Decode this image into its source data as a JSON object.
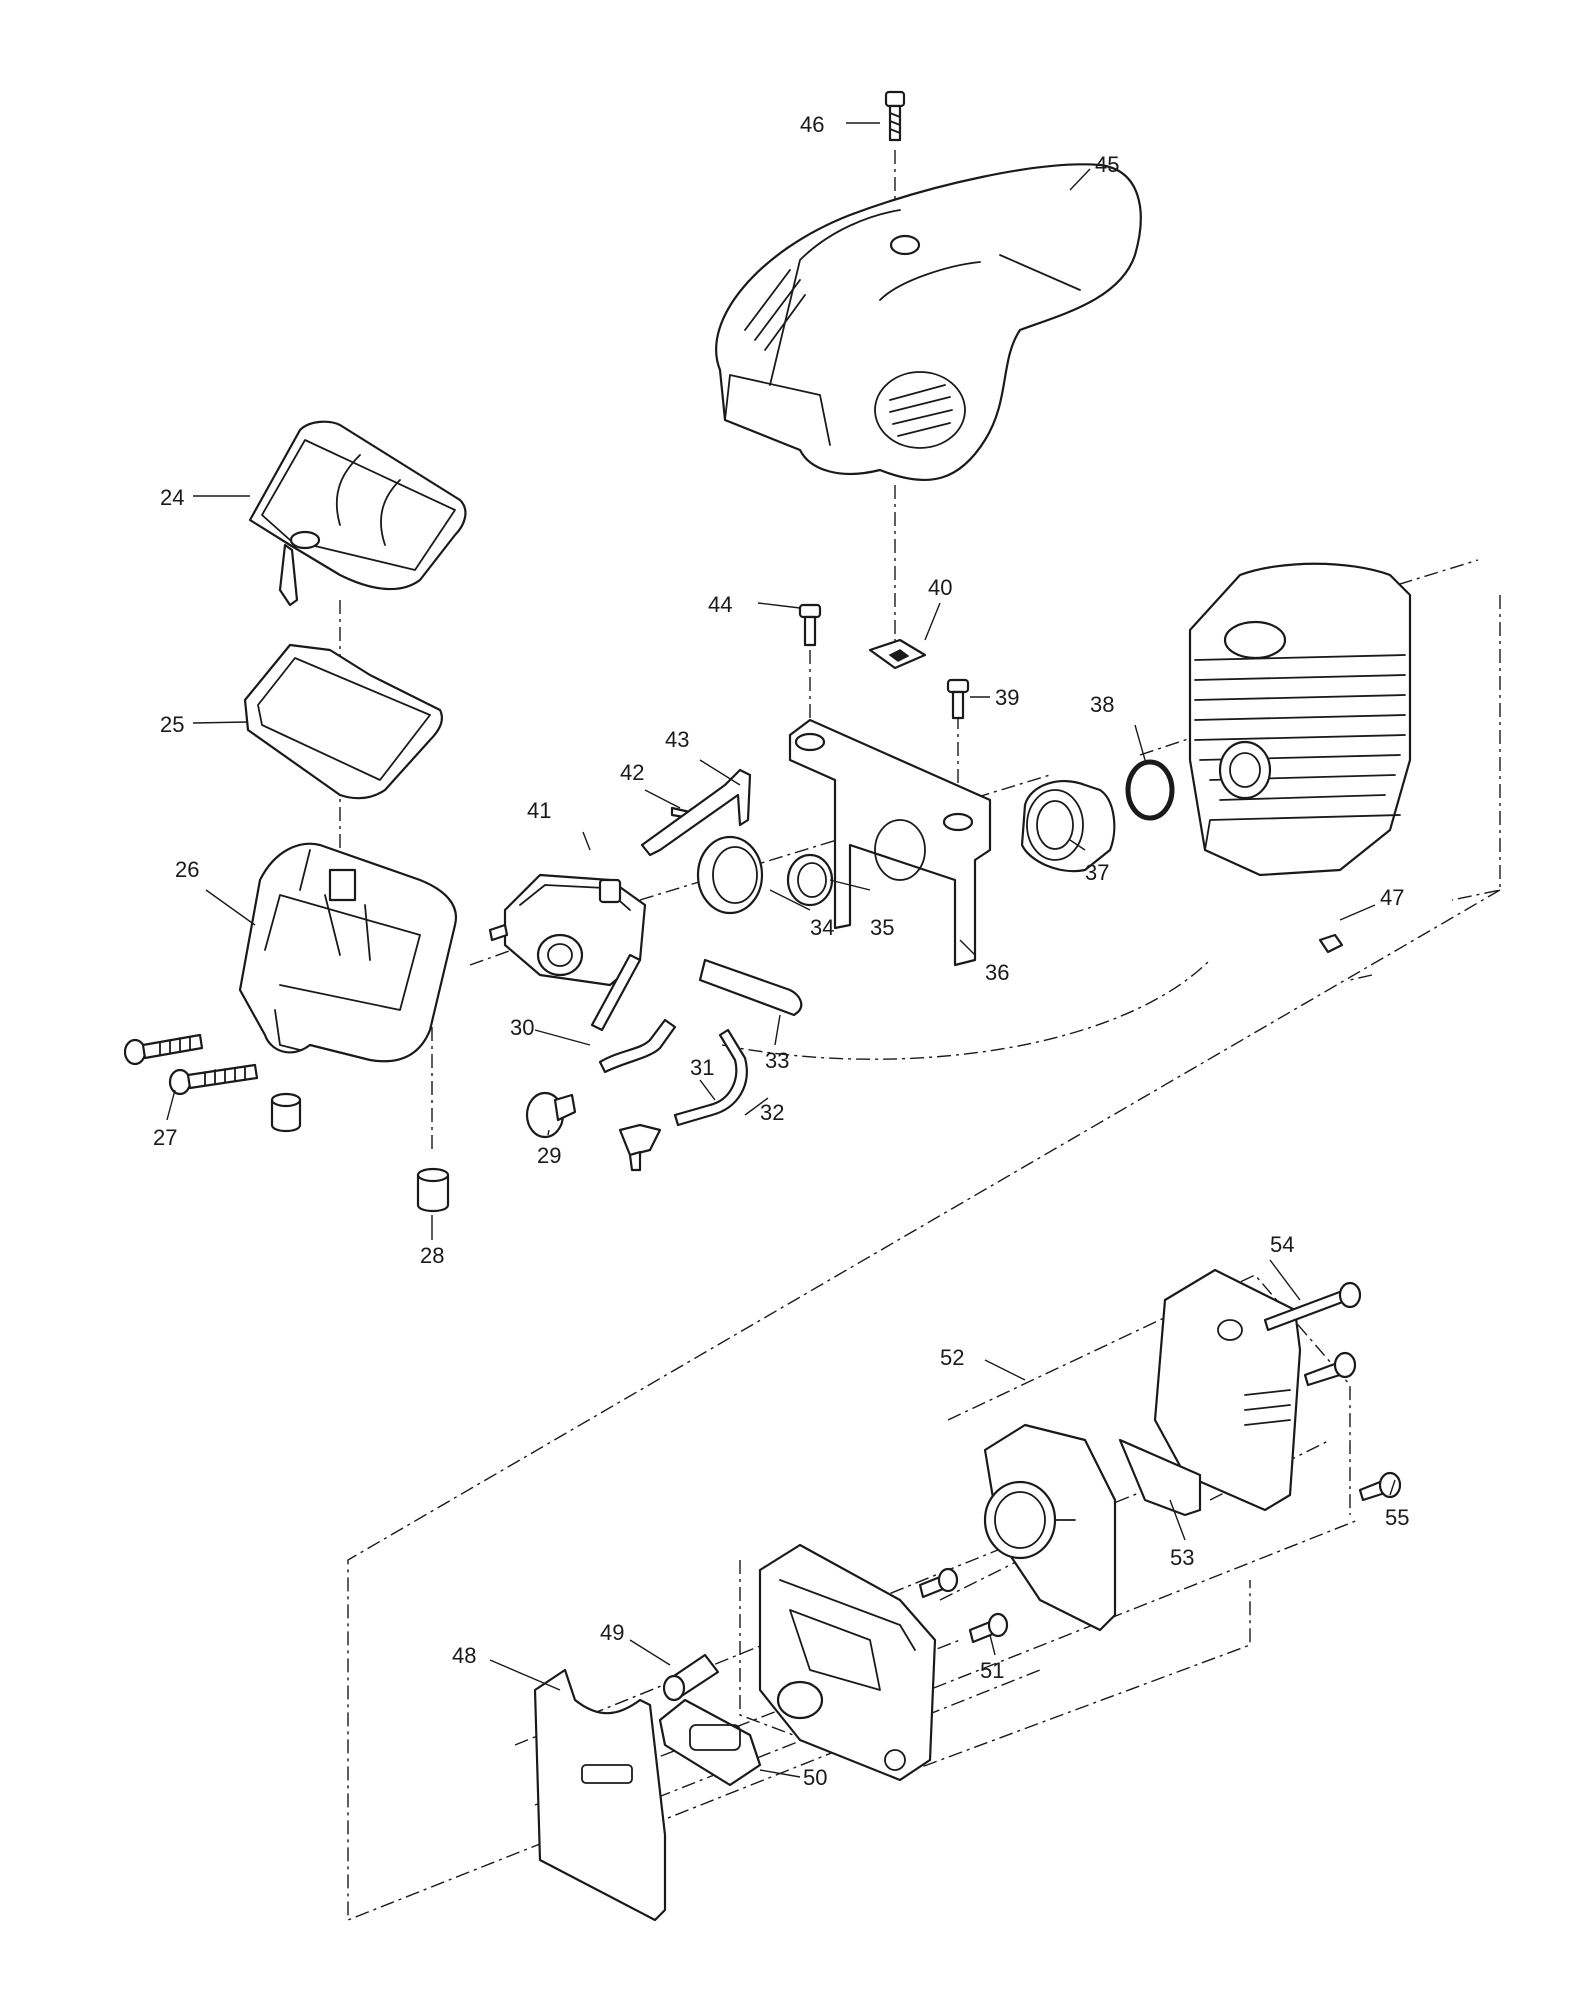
{
  "diagram": {
    "callouts": [
      {
        "id": "24",
        "label": "24"
      },
      {
        "id": "25",
        "label": "25"
      },
      {
        "id": "26",
        "label": "26"
      },
      {
        "id": "27",
        "label": "27"
      },
      {
        "id": "28",
        "label": "28"
      },
      {
        "id": "29",
        "label": "29"
      },
      {
        "id": "30",
        "label": "30"
      },
      {
        "id": "31",
        "label": "31"
      },
      {
        "id": "32",
        "label": "32"
      },
      {
        "id": "33",
        "label": "33"
      },
      {
        "id": "34",
        "label": "34"
      },
      {
        "id": "35",
        "label": "35"
      },
      {
        "id": "36",
        "label": "36"
      },
      {
        "id": "37",
        "label": "37"
      },
      {
        "id": "38",
        "label": "38"
      },
      {
        "id": "39",
        "label": "39"
      },
      {
        "id": "40",
        "label": "40"
      },
      {
        "id": "41",
        "label": "41"
      },
      {
        "id": "42",
        "label": "42"
      },
      {
        "id": "43",
        "label": "43"
      },
      {
        "id": "44",
        "label": "44"
      },
      {
        "id": "45",
        "label": "45"
      },
      {
        "id": "46",
        "label": "46"
      },
      {
        "id": "47",
        "label": "47"
      },
      {
        "id": "48",
        "label": "48"
      },
      {
        "id": "49",
        "label": "49"
      },
      {
        "id": "50",
        "label": "50"
      },
      {
        "id": "51",
        "label": "51"
      },
      {
        "id": "52",
        "label": "52"
      },
      {
        "id": "53",
        "label": "53"
      },
      {
        "id": "54",
        "label": "54"
      },
      {
        "id": "55",
        "label": "55"
      }
    ]
  }
}
